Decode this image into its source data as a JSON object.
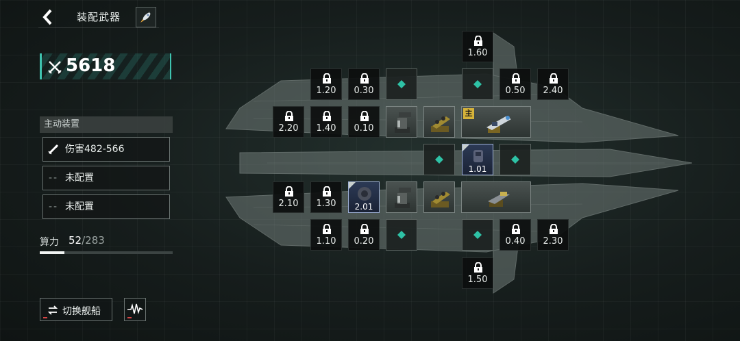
{
  "header": {
    "title": "装配武器",
    "back_icon": "chevron-left-icon",
    "rocket_icon": "rocket-icon"
  },
  "power": {
    "icon": "crossed-swords-icon",
    "value": "5618"
  },
  "equipment": {
    "header": "主动装置",
    "slots": [
      {
        "icon": "rocket-icon",
        "label": "伤害482-566"
      },
      {
        "dash": "--",
        "label": "未配置"
      },
      {
        "dash": "--",
        "label": "未配置"
      }
    ]
  },
  "compute": {
    "label": "算力",
    "current": "52",
    "max": "/283",
    "fraction": 0.184
  },
  "buttons": {
    "switch_label": "切换舰船",
    "switch_icon": "swap-icon",
    "wave_icon": "waveform-icon"
  },
  "badge_main": "主",
  "slot_values": {
    "a": "1.60",
    "b": "1.20",
    "c": "0.30",
    "d": "0.50",
    "e": "2.40",
    "f": "2.20",
    "g": "1.40",
    "h": "0.10",
    "i": "1.01",
    "j": "2.10",
    "k": "1.30",
    "l": "2.01",
    "m": "1.10",
    "n": "0.20",
    "o": "0.40",
    "p": "2.30",
    "q": "1.50"
  },
  "colors": {
    "accent": "#3fc4b0",
    "gem": "#2ec2a6",
    "badge": "#d6b33a",
    "warning": "#d64545"
  }
}
